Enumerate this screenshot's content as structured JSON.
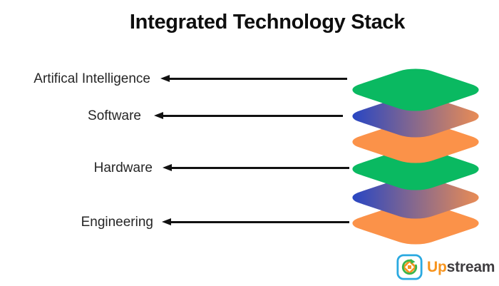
{
  "title": "Integrated Technology Stack",
  "labels": {
    "artificial_intelligence": "Artifical Intelligence",
    "software": "Software",
    "hardware": "Hardware",
    "engineering": "Engineering"
  },
  "stack": {
    "colors": {
      "green": "#0ab961",
      "orange": "#fb9249",
      "gradient_start": "#1a41cb",
      "gradient_end": "#f7914d"
    },
    "layers": [
      {
        "name": "layer-artificial-intelligence",
        "fill": "green"
      },
      {
        "name": "layer-software",
        "fill": "gradient"
      },
      {
        "name": "layer-spacer-top",
        "fill": "orange"
      },
      {
        "name": "layer-hardware",
        "fill": "green"
      },
      {
        "name": "layer-spacer-bottom",
        "fill": "gradient"
      },
      {
        "name": "layer-engineering",
        "fill": "orange"
      }
    ]
  },
  "arrow_color": "#111111",
  "logo": {
    "text_primary": "Up",
    "text_secondary": "stream",
    "primary_color": "#f7941e",
    "secondary_color": "#3f3d40",
    "icon_border_color": "#2aa9e0",
    "icon_arrow_color": "#3cb54a",
    "icon_diamond_color": "#f7941e"
  }
}
